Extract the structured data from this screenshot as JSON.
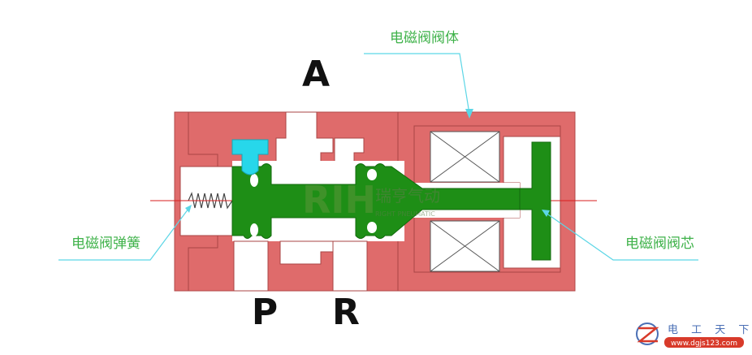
{
  "ports": {
    "a": "A",
    "p": "P",
    "r": "R"
  },
  "callouts": {
    "body": "电磁阀阀体",
    "spring": "电磁阀弹簧",
    "core": "电磁阀阀芯"
  },
  "watermark": {
    "brand_letters": "RIH",
    "brand_cn": "瑞亨气动",
    "brand_en": "RIGHT PNEUMATIC"
  },
  "logo": {
    "name": "电 工 天 下",
    "url": "www.dgjs123.com"
  },
  "colors": {
    "valve_body": "#df6b6b",
    "spool": "#1e8e16",
    "seal": "#27d7ea",
    "callout_line": "#5cd6e6",
    "callout_text": "#3fb24a",
    "center_line": "#d81e1e"
  }
}
